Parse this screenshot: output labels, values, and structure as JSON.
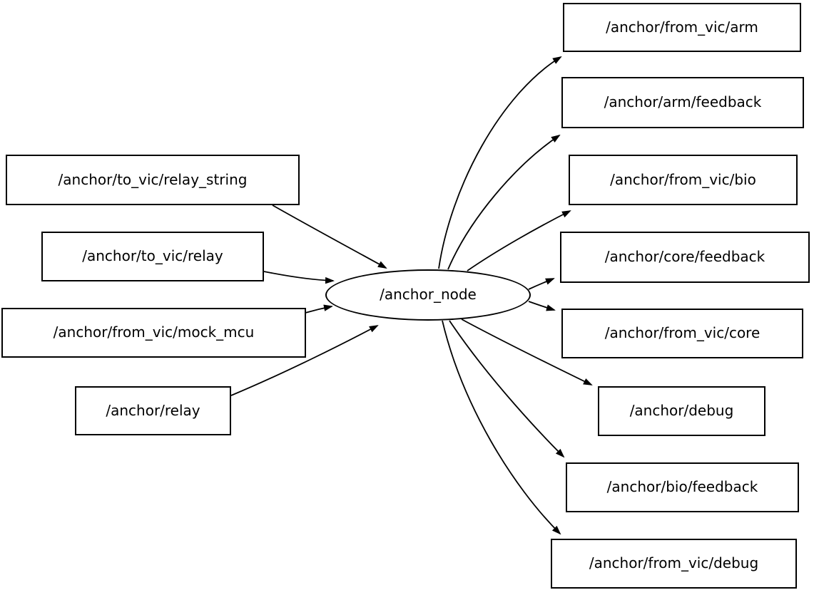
{
  "graph": {
    "background_color": "#ffffff",
    "stroke_color": "#000000",
    "text_color": "#000000",
    "node": {
      "label": "/anchor_node",
      "shape": "ellipse"
    },
    "input_topics": [
      {
        "label": "/anchor/to_vic/relay_string"
      },
      {
        "label": "/anchor/to_vic/relay"
      },
      {
        "label": "/anchor/from_vic/mock_mcu"
      },
      {
        "label": "/anchor/relay"
      }
    ],
    "output_topics": [
      {
        "label": "/anchor/from_vic/arm"
      },
      {
        "label": "/anchor/arm/feedback"
      },
      {
        "label": "/anchor/from_vic/bio"
      },
      {
        "label": "/anchor/core/feedback"
      },
      {
        "label": "/anchor/from_vic/core"
      },
      {
        "label": "/anchor/debug"
      },
      {
        "label": "/anchor/bio/feedback"
      },
      {
        "label": "/anchor/from_vic/debug"
      }
    ],
    "edges": [
      {
        "from": "/anchor/to_vic/relay_string",
        "to": "/anchor_node"
      },
      {
        "from": "/anchor/to_vic/relay",
        "to": "/anchor_node"
      },
      {
        "from": "/anchor/from_vic/mock_mcu",
        "to": "/anchor_node"
      },
      {
        "from": "/anchor/relay",
        "to": "/anchor_node"
      },
      {
        "from": "/anchor_node",
        "to": "/anchor/from_vic/arm"
      },
      {
        "from": "/anchor_node",
        "to": "/anchor/arm/feedback"
      },
      {
        "from": "/anchor_node",
        "to": "/anchor/from_vic/bio"
      },
      {
        "from": "/anchor_node",
        "to": "/anchor/core/feedback"
      },
      {
        "from": "/anchor_node",
        "to": "/anchor/from_vic/core"
      },
      {
        "from": "/anchor_node",
        "to": "/anchor/debug"
      },
      {
        "from": "/anchor_node",
        "to": "/anchor/bio/feedback"
      },
      {
        "from": "/anchor_node",
        "to": "/anchor/from_vic/debug"
      }
    ]
  }
}
